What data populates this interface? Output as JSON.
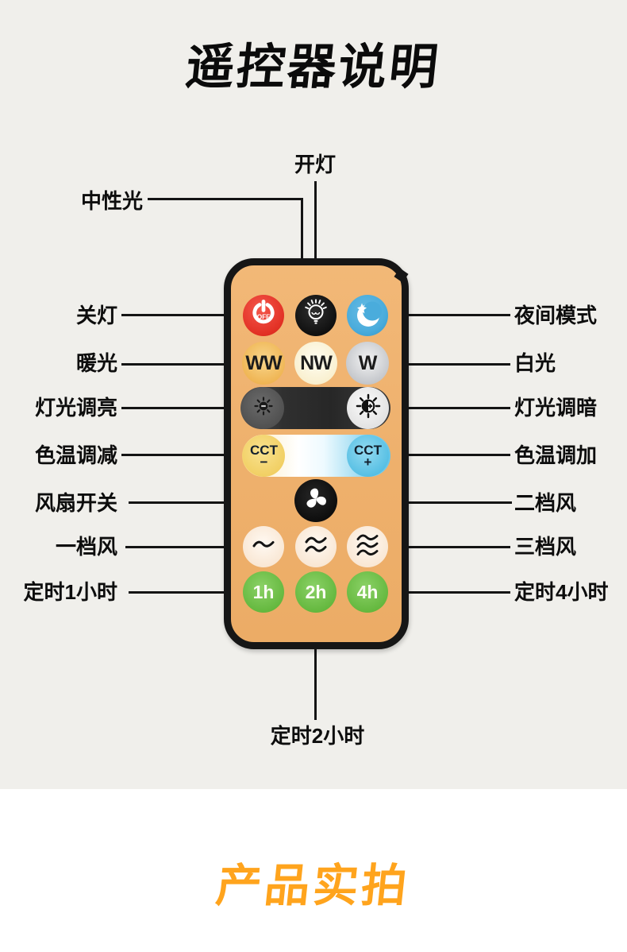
{
  "header": {
    "title": "遥控器说明"
  },
  "footer": {
    "title": "产品实拍"
  },
  "callouts": {
    "top_center": "开灯",
    "top_left": "中性光",
    "left": [
      "关灯",
      "暖光",
      "灯光调亮",
      "色温调减",
      "风扇开关",
      "一档风",
      "定时1小时"
    ],
    "right": [
      "夜间模式",
      "白光",
      "灯光调暗",
      "色温调加",
      "二档风",
      "三档风",
      "定时4小时"
    ],
    "bottom": "定时2小时"
  },
  "remote": {
    "power_button_text": "OFF",
    "white_modes": [
      "WW",
      "NW",
      "W"
    ],
    "cct_minus": {
      "top": "CCT",
      "bottom": "−"
    },
    "cct_plus": {
      "top": "CCT",
      "bottom": "+"
    },
    "timer_buttons": [
      "1h",
      "2h",
      "4h"
    ]
  },
  "colors": {
    "background_top": "#f0efeb",
    "background_bottom": "#ffffff",
    "remote_body": "#efb271",
    "accent_orange": "#ffa41d",
    "power_red": "#e6362a",
    "night_blue": "#4aacdc",
    "timer_green": "#67bd42"
  }
}
